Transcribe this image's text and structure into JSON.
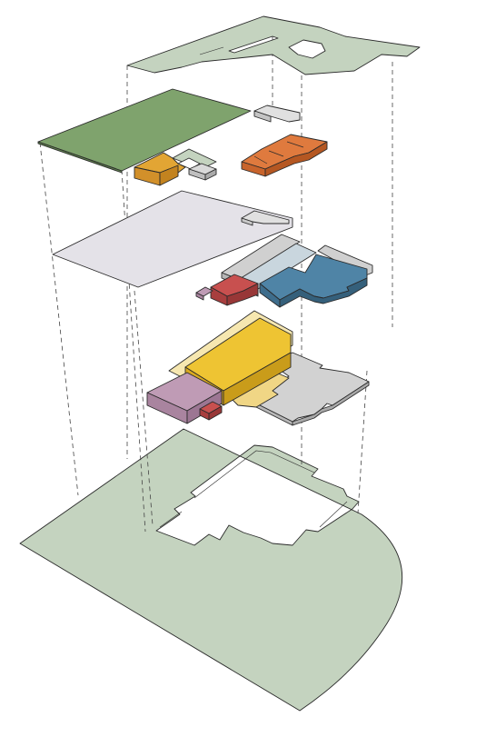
{
  "diagram": {
    "type": "exploded-axonometric",
    "layers": [
      {
        "id": "roof-terrace",
        "color": "#c4d3bf"
      },
      {
        "id": "green-roof",
        "color": "#7fa36d"
      },
      {
        "id": "upper-volumes",
        "colors": [
          "#e2a534",
          "#df7a3e",
          "#d9d9d9",
          "#c4d3bf"
        ]
      },
      {
        "id": "slab",
        "color": "#e4e2e8"
      },
      {
        "id": "middle-floor",
        "colors": [
          "#d0d0d0",
          "#c9d6de",
          "#4f84a6",
          "#c8504f",
          "#bf9bb5"
        ]
      },
      {
        "id": "ground-floor",
        "colors": [
          "#eec433",
          "#f0d685",
          "#d2d2d2",
          "#bf9bb5",
          "#c8504f"
        ]
      },
      {
        "id": "site",
        "color": "#c4d3bf"
      }
    ]
  }
}
